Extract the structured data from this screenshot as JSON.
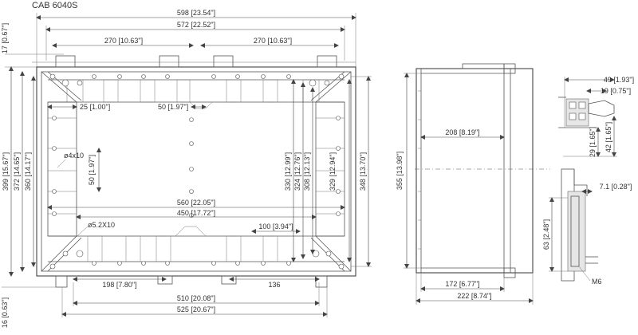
{
  "title": "CAB 6040S",
  "front_view": {
    "dims": {
      "total_width": "598 [23.54\"]",
      "inner_width": "572 [22.52\"]",
      "left_half": "270 [10.63\"]",
      "right_half": "270 [10.63\"]",
      "top_offset": "17 [0.67\"]",
      "pitch_25": "25 [1.00\"]",
      "pitch_50": "50 [1.97\"]",
      "hole_4x10": "ø4x10",
      "vert_50": "50 [1.97\"]",
      "rail_560": "560 [22.05\"]",
      "rail_450": "450 [17.72\"]",
      "hole_5_2": "ø5.2X10",
      "span_100": "100 [3.94\"]",
      "h_399": "399 [15.67\"]",
      "h_372": "372 [14.65\"]",
      "h_360": "360 [14.17\"]",
      "h_330": "330 [12.99\"]",
      "h_324": "324 [12.76\"]",
      "h_308": "308 [12.13\"]",
      "h_329": "329 [12.94\"]",
      "h_348": "348 [13.70\"]",
      "bottom_198": "198 [7.80\"]",
      "bottom_136": "136",
      "bottom_510": "510 [20.08\"]",
      "bottom_525": "525 [20.67\"]",
      "bottom_left": "16 [0.63\"]"
    }
  },
  "side_view": {
    "dims": {
      "depth_208": "208 [8.19\"]",
      "height_355": "355 [13.98\"]",
      "depth_172": "172 [6.77\"]",
      "depth_222": "222 [8.74\"]"
    }
  },
  "detail_view": {
    "dims": {
      "w_49": "49 [1.93\"]",
      "w_19": "19 [0.75\"]",
      "h_29": "29 [1.65\"]",
      "h_42": "42 [1.65\"]",
      "w_7_1": "7.1 [0.28\"]",
      "h_63": "63 [2.48\"]",
      "thread": "M6"
    }
  }
}
